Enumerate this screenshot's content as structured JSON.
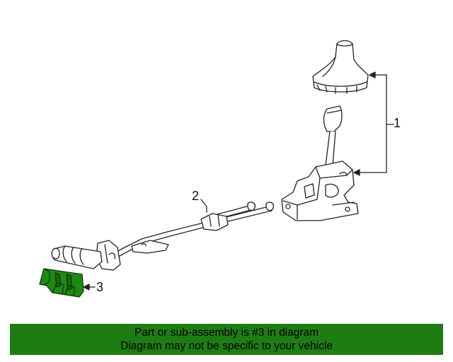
{
  "callouts": {
    "one": "1",
    "two": "2",
    "three": "3"
  },
  "banner": {
    "line1": "Part or sub-assembly is #3 in diagram",
    "line2": "Diagram may not be specific to your vehicle"
  },
  "colors": {
    "banner_bg": "#1e7d12",
    "highlight_part": "#1f8a12",
    "line_art": "#222222"
  }
}
